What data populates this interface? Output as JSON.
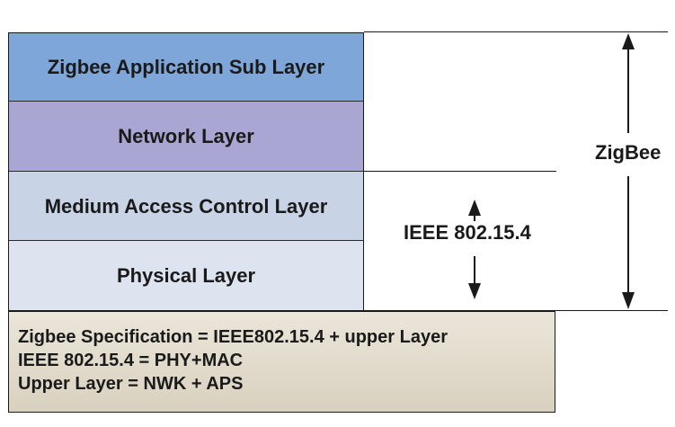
{
  "layers": [
    {
      "label": "Zigbee Application Sub Layer",
      "color": "#7ea6d8"
    },
    {
      "label": "Network Layer",
      "color": "#a9a6d3"
    },
    {
      "label": "Medium Access Control Layer",
      "color": "#c8d4e6"
    },
    {
      "label": "Physical Layer",
      "color": "#dde4ef"
    }
  ],
  "brackets": {
    "zigbee": "ZigBee",
    "ieee": "IEEE 802.15.4"
  },
  "notes": [
    "Zigbee Specification = IEEE802.15.4 + upper Layer",
    "IEEE 802.15.4 = PHY+MAC",
    "Upper Layer = NWK + APS"
  ]
}
